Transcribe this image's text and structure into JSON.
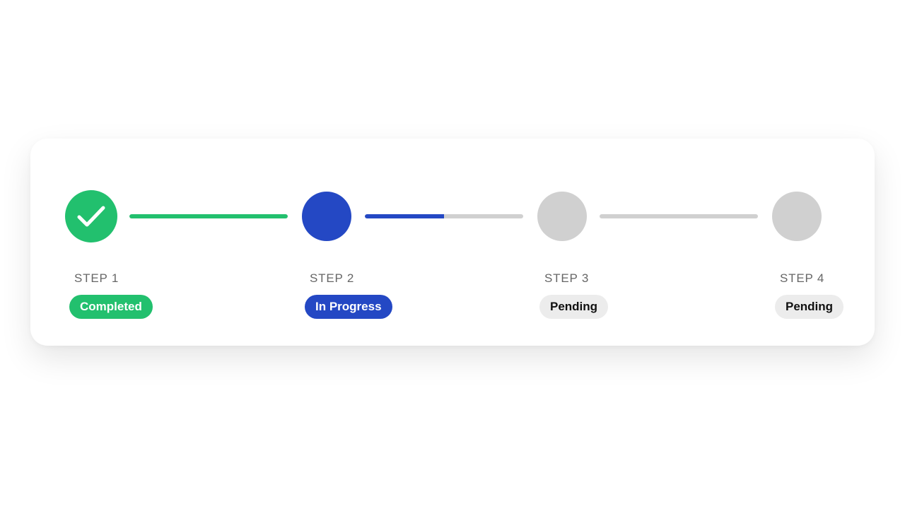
{
  "stepper": {
    "steps": [
      {
        "label": "STEP 1",
        "status": "Completed",
        "state": "completed"
      },
      {
        "label": "STEP 2",
        "status": "In Progress",
        "state": "active"
      },
      {
        "label": "STEP 3",
        "status": "Pending",
        "state": "pending"
      },
      {
        "label": "STEP 4",
        "status": "Pending",
        "state": "pending"
      }
    ],
    "connectors": [
      {
        "progress": 1.0,
        "color": "#22c06e"
      },
      {
        "progress": 0.5,
        "color": "#2448c4"
      },
      {
        "progress": 0.0,
        "color": "#d0d0d0"
      }
    ],
    "icons": {
      "step1": "checkmark-icon"
    }
  },
  "colors": {
    "completed": "#22c06e",
    "active": "#2448c4",
    "pending": "#d0d0d0",
    "pending_badge": "#ececec"
  }
}
